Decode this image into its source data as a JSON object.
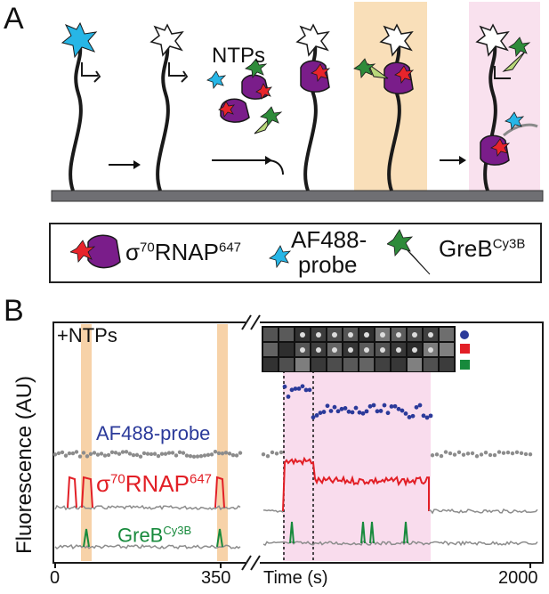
{
  "panel_a": {
    "letter": "A",
    "ntps_label": "NTPs",
    "legend": {
      "sigma_prefix": "σ",
      "sigma_sup": "70",
      "rnap_text": "RNAP",
      "rnap_sup": "647",
      "probe_line1": "AF488-",
      "probe_line2": "probe",
      "greb_text": "GreB",
      "greb_sup": "Cy3B"
    },
    "colors": {
      "orange_highlight": "#f9dfb9",
      "pink_highlight": "#f9e1ee",
      "rnap_purple": "#7a1d8a",
      "surface_gray": "#6f6f73",
      "probe_cyan": "#27b6e6",
      "greb_green": "#2e8b3a",
      "red_dye": "#e8242b"
    }
  },
  "panel_b": {
    "letter": "B",
    "ntps_label": "+NTPs",
    "ylabel": "Fluorescence (AU)",
    "xlabel": "Time (s)",
    "probe_label": "AF488-probe",
    "rnap_label_prefix": "σ",
    "rnap_label_sup1": "70",
    "rnap_label_mid": "RNAP",
    "rnap_label_sup2": "647",
    "greb_label": "GreB",
    "greb_sup": "Cy3B",
    "tick_0": "0",
    "tick_350": "350",
    "tick_2000": "2000",
    "colors": {
      "probe_blue": "#2b3a9a",
      "rnap_red": "#e21f26",
      "greb_green": "#178a3c",
      "trace_gray": "#8c8c8c",
      "orange_band": "#f7d2a8",
      "pink_band": "#f9dced"
    }
  }
}
